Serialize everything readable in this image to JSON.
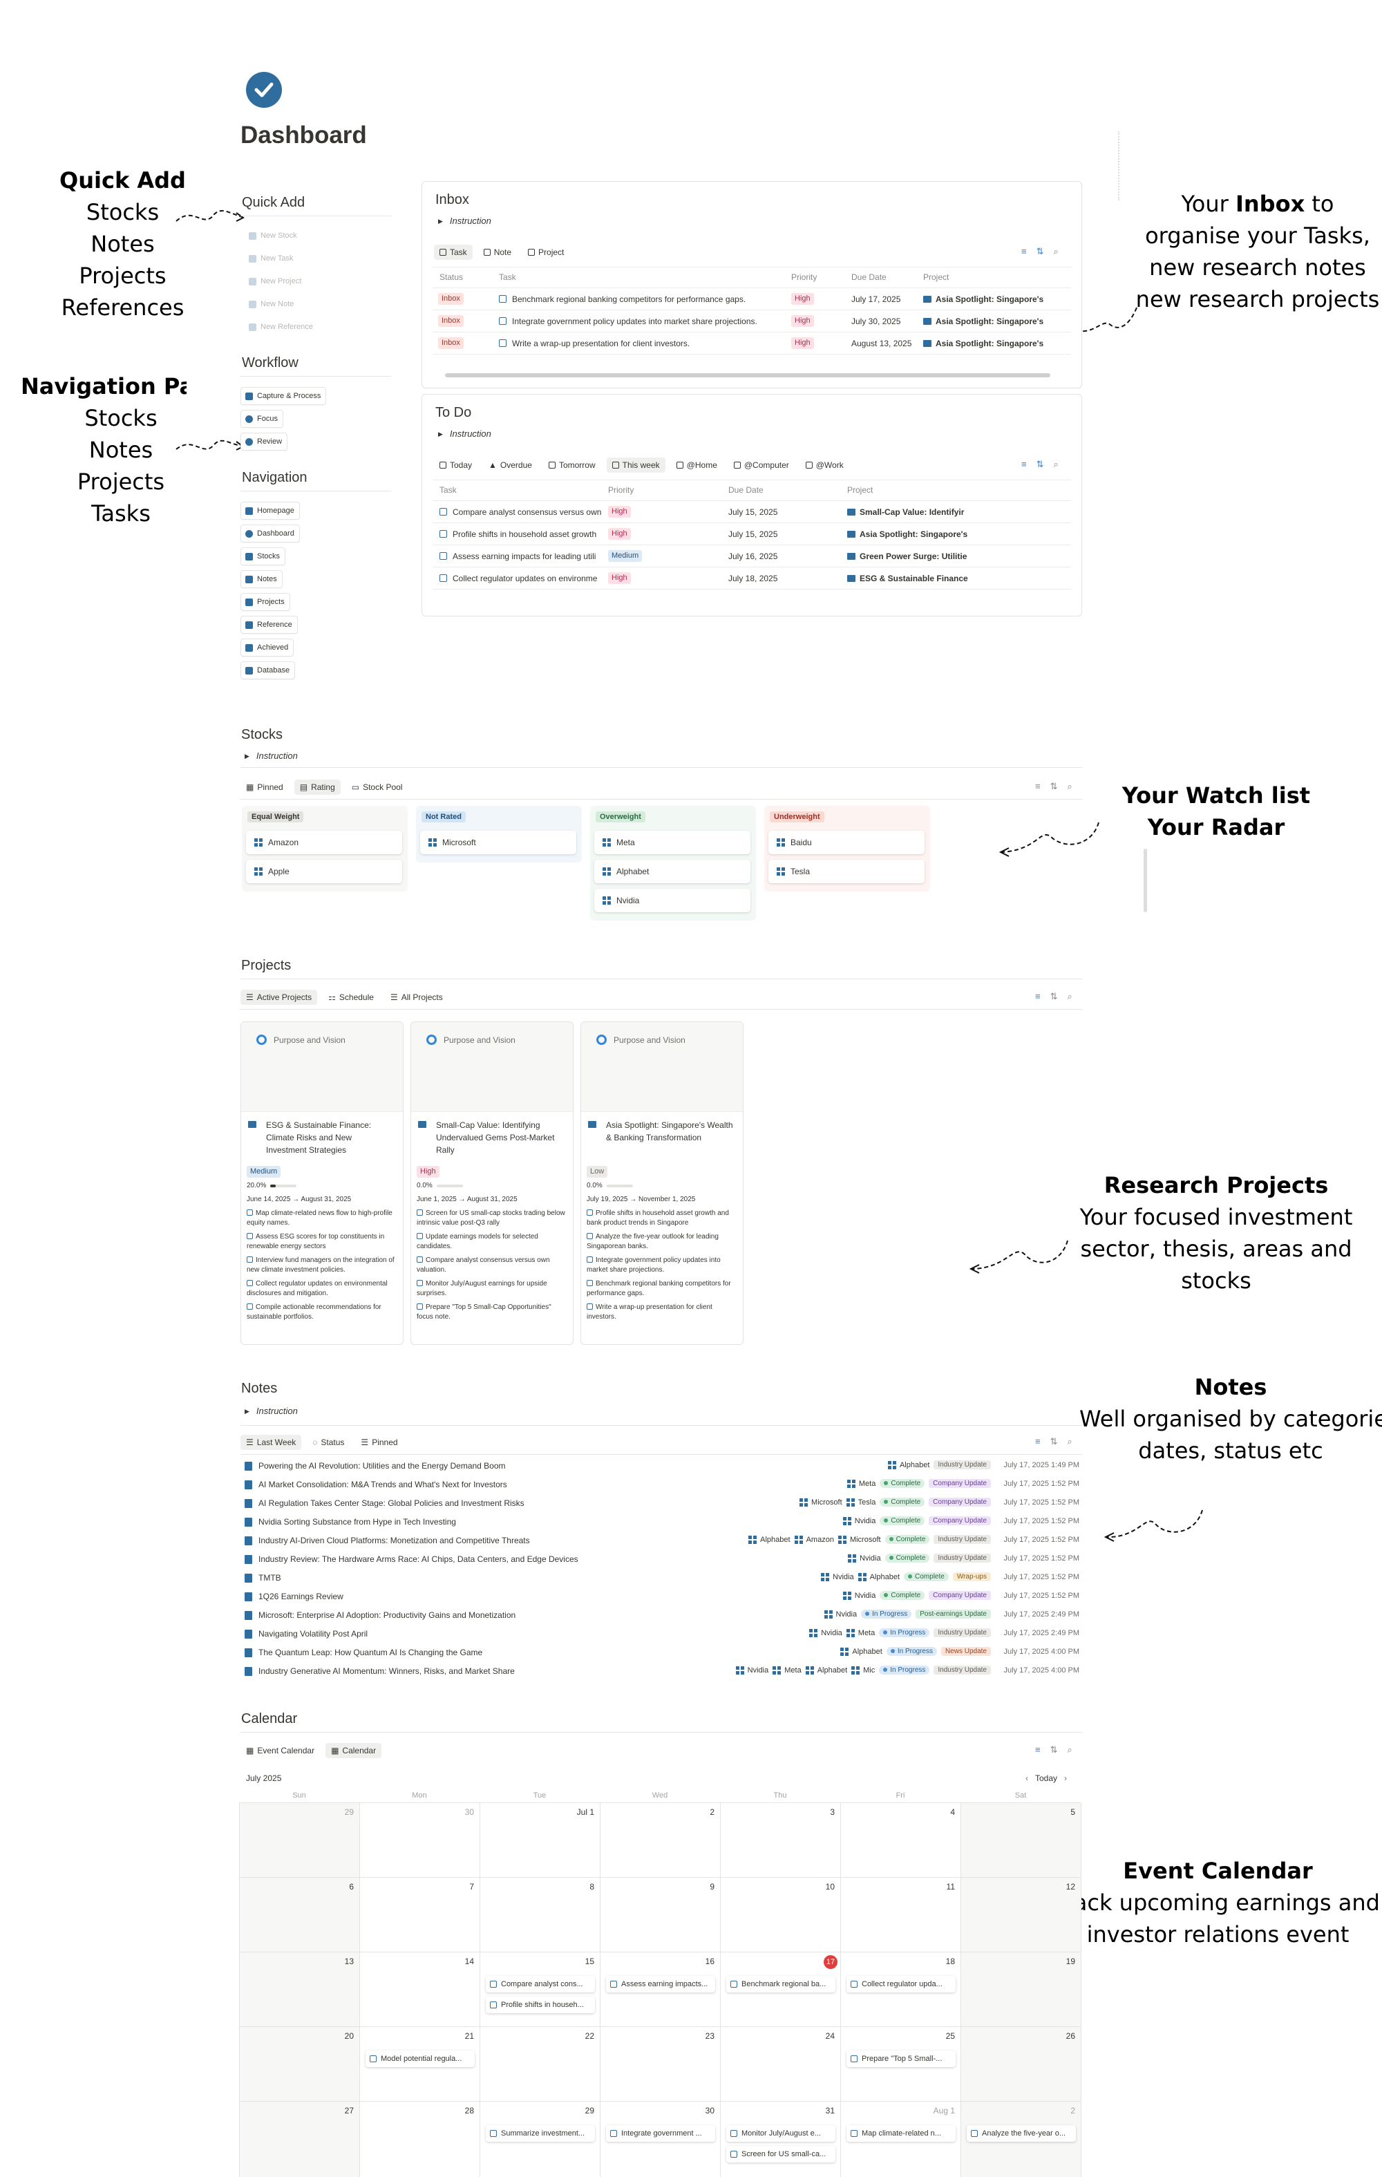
{
  "page": {
    "title": "Dashboard"
  },
  "annotations": {
    "quick_add": {
      "title": "Quick Add",
      "lines": [
        "Stocks",
        "Notes",
        "Projects",
        "References"
      ]
    },
    "navigation": {
      "title": "Navigation Pag",
      "lines": [
        "Stocks",
        "Notes",
        "Projects",
        "Tasks"
      ]
    },
    "inbox": {
      "pre": "Your ",
      "bold": "Inbox",
      "post": " to",
      "lines": [
        "organise your Tasks,",
        "new research notes",
        "new research projects"
      ]
    },
    "watchlist": {
      "line1": "Your Watch list",
      "line2": "Your Radar"
    },
    "research": {
      "title": "Research Projects",
      "lines": [
        "Your focused investment",
        "sector, thesis, areas and",
        "stocks"
      ]
    },
    "notes": {
      "title": "Notes",
      "lines": [
        "Well organised by categorie",
        "dates, status etc"
      ]
    },
    "calendar": {
      "title": "Event Calendar",
      "lines": [
        "track upcoming earnings and",
        "investor relations event"
      ]
    }
  },
  "sidebar": {
    "quick_add": {
      "title": "Quick Add",
      "items": [
        "New Stock",
        "New Task",
        "New Project",
        "New Note",
        "New Reference"
      ]
    },
    "workflow": {
      "title": "Workflow",
      "items": [
        "Capture & Process",
        "Focus",
        "Review"
      ]
    },
    "navigation": {
      "title": "Navigation",
      "items": [
        "Homepage",
        "Dashboard",
        "Stocks",
        "Notes",
        "Projects",
        "Reference",
        "Achieved",
        "Database"
      ]
    }
  },
  "inbox": {
    "title": "Inbox",
    "instruction": "Instruction",
    "tabs": [
      "Task",
      "Note",
      "Project"
    ],
    "headers": [
      "Status",
      "Task",
      "Priority",
      "Due Date",
      "Project"
    ],
    "rows": [
      {
        "status": "Inbox",
        "task": "Benchmark regional banking competitors for performance gaps.",
        "priority": "High",
        "due": "July 17, 2025",
        "project": "Asia Spotlight: Singapore's"
      },
      {
        "status": "Inbox",
        "task": "Integrate government policy updates into market share projections.",
        "priority": "High",
        "due": "July 30, 2025",
        "project": "Asia Spotlight: Singapore's"
      },
      {
        "status": "Inbox",
        "task": "Write a wrap-up presentation for client investors.",
        "priority": "High",
        "due": "August 13, 2025",
        "project": "Asia Spotlight: Singapore's"
      }
    ]
  },
  "todo": {
    "title": "To Do",
    "instruction": "Instruction",
    "tabs": [
      "Today",
      "Overdue",
      "Tomorrow",
      "This week",
      "@Home",
      "@Computer",
      "@Work"
    ],
    "headers": [
      "Task",
      "Priority",
      "Due Date",
      "Project"
    ],
    "rows": [
      {
        "task": "Compare analyst consensus versus own",
        "priority": "High",
        "due": "July 15, 2025",
        "project": "Small-Cap Value: Identifyir"
      },
      {
        "task": "Profile shifts in household asset growth",
        "priority": "High",
        "due": "July 15, 2025",
        "project": "Asia Spotlight: Singapore's"
      },
      {
        "task": "Assess earning impacts for leading utili",
        "priority": "Medium",
        "due": "July 16, 2025",
        "project": "Green Power Surge: Utilitie"
      },
      {
        "task": "Collect regulator updates on environme",
        "priority": "High",
        "due": "July 18, 2025",
        "project": "ESG & Sustainable Finance"
      }
    ]
  },
  "stocks": {
    "title": "Stocks",
    "instruction": "Instruction",
    "tabs": [
      "Pinned",
      "Rating",
      "Stock Pool"
    ],
    "columns": [
      {
        "name": "Equal Weight",
        "color": "#ebeae6",
        "items": [
          "Amazon",
          "Apple"
        ]
      },
      {
        "name": "Not Rated",
        "color": "#dbe9f7",
        "items": [
          "Microsoft"
        ]
      },
      {
        "name": "Overweight",
        "color": "#dcefe3",
        "items": [
          "Meta",
          "Alphabet",
          "Nvidia"
        ]
      },
      {
        "name": "Underweight",
        "color": "#fde0dc",
        "items": [
          "Baidu",
          "Tesla"
        ]
      }
    ]
  },
  "projects": {
    "title": "Projects",
    "tabs": [
      "Active Projects",
      "Schedule",
      "All Projects"
    ],
    "cards": [
      {
        "cover": "Purpose and Vision",
        "title": "ESG & Sustainable Finance: Climate Risks and New Investment Strategies",
        "priority": "Medium",
        "progress": "20.0%",
        "progress_value": 0.2,
        "dates": "June 14, 2025 → August 31, 2025",
        "tasks": [
          "Map climate-related news flow to high-profile equity names.",
          "Assess ESG scores for top constituents in renewable energy sectors",
          "Interview fund managers on the integration of new climate investment policies.",
          "Collect regulator updates on environmental disclosures and mitigation.",
          "Compile actionable recommendations for sustainable portfolios."
        ]
      },
      {
        "cover": "Purpose and Vision",
        "title": "Small-Cap Value: Identifying Undervalued Gems Post-Market Rally",
        "priority": "High",
        "progress": "0.0%",
        "progress_value": 0,
        "dates": "June 1, 2025 → August 31, 2025",
        "tasks": [
          "Screen for US small-cap stocks trading below intrinsic value post-Q3 rally",
          "Update earnings models for selected candidates.",
          "Compare analyst consensus versus own valuation.",
          "Monitor July/August earnings for upside surprises.",
          "Prepare \"Top 5 Small-Cap Opportunities\" focus note."
        ]
      },
      {
        "cover": "Purpose and Vision",
        "title": "Asia Spotlight: Singapore's Wealth & Banking Transformation",
        "priority": "Low",
        "progress": "0.0%",
        "progress_value": 0,
        "dates": "July 19, 2025 → November 1, 2025",
        "tasks": [
          "Profile shifts in household asset growth and bank product trends in Singapore",
          "Analyze the five-year outlook for leading Singaporean banks.",
          "Integrate government policy updates into market share projections.",
          "Benchmark regional banking competitors for performance gaps.",
          "Write a wrap-up presentation for client investors."
        ]
      }
    ]
  },
  "notes": {
    "title": "Notes",
    "instruction": "Instruction",
    "tabs": [
      "Last Week",
      "Status",
      "Pinned"
    ],
    "rows": [
      {
        "title": "Powering the AI Revolution: Utilities and the Energy Demand Boom",
        "companies": [
          "Alphabet"
        ],
        "status": "",
        "type": "Industry Update",
        "type_class": "iu",
        "date": "July 17, 2025 1:49 PM"
      },
      {
        "title": "AI Market Consolidation: M&A Trends and What's Next for Investors",
        "companies": [
          "Meta"
        ],
        "status": "Complete",
        "status_class": "c",
        "type": "Company Update",
        "type_class": "cu",
        "date": "July 17, 2025 1:52 PM"
      },
      {
        "title": "AI Regulation Takes Center Stage: Global Policies and Investment Risks",
        "companies": [
          "Microsoft",
          "Tesla"
        ],
        "status": "Complete",
        "status_class": "c",
        "type": "Company Update",
        "type_class": "cu",
        "date": "July 17, 2025 1:52 PM"
      },
      {
        "title": "Nvidia Sorting Substance from Hype in Tech Investing",
        "companies": [
          "Nvidia"
        ],
        "status": "Complete",
        "status_class": "c",
        "type": "Company Update",
        "type_class": "cu",
        "date": "July 17, 2025 1:52 PM"
      },
      {
        "title": "Industry AI-Driven Cloud Platforms: Monetization and Competitive Threats",
        "companies": [
          "Alphabet",
          "Amazon",
          "Microsoft"
        ],
        "status": "Complete",
        "status_class": "c",
        "type": "Industry Update",
        "type_class": "iu",
        "date": "July 17, 2025 1:52 PM"
      },
      {
        "title": "Industry Review: The Hardware Arms Race: AI Chips, Data Centers, and Edge Devices",
        "companies": [
          "Nvidia"
        ],
        "status": "Complete",
        "status_class": "c",
        "type": "Industry Update",
        "type_class": "iu",
        "date": "July 17, 2025 1:52 PM"
      },
      {
        "title": "TMTB",
        "companies": [
          "Nvidia",
          "Alphabet"
        ],
        "status": "Complete",
        "status_class": "c",
        "type": "Wrap-ups",
        "type_class": "wu",
        "date": "July 17, 2025 1:52 PM"
      },
      {
        "title": "1Q26 Earnings Review",
        "companies": [
          "Nvidia"
        ],
        "status": "Complete",
        "status_class": "c",
        "type": "Company Update",
        "type_class": "cu",
        "date": "July 17, 2025 1:52 PM"
      },
      {
        "title": "Microsoft: Enterprise AI Adoption: Productivity Gains and Monetization",
        "companies": [
          "Nvidia"
        ],
        "status": "In Progress",
        "status_class": "p",
        "type": "Post-earnings Update",
        "type_class": "pu",
        "date": "July 17, 2025 2:49 PM"
      },
      {
        "title": "Navigating Volatility Post April",
        "companies": [
          "Nvidia",
          "Meta"
        ],
        "status": "In Progress",
        "status_class": "p",
        "type": "Industry Update",
        "type_class": "iu",
        "date": "July 17, 2025 2:49 PM"
      },
      {
        "title": "The Quantum Leap: How Quantum AI Is Changing the Game",
        "companies": [
          "Alphabet"
        ],
        "status": "In Progress",
        "status_class": "p",
        "type": "News Update",
        "type_class": "nu",
        "date": "July 17, 2025 4:00 PM"
      },
      {
        "title": "Industry Generative AI Momentum: Winners, Risks, and Market Share",
        "companies": [
          "Nvidia",
          "Meta",
          "Alphabet",
          "Mic"
        ],
        "status": "In Progress",
        "status_class": "p",
        "type": "Industry Update",
        "type_class": "iu",
        "date": "July 17, 2025 4:00 PM"
      }
    ]
  },
  "calendar": {
    "title": "Calendar",
    "tabs": [
      "Event Calendar",
      "Calendar"
    ],
    "month": "July 2025",
    "today_label": "Today",
    "weekdays": [
      "Sun",
      "Mon",
      "Tue",
      "Wed",
      "Thu",
      "Fri",
      "Sat"
    ],
    "weeks": [
      [
        {
          "d": "29",
          "grey": true
        },
        {
          "d": "30",
          "grey": true
        },
        {
          "d": "Jul 1"
        },
        {
          "d": "2"
        },
        {
          "d": "3"
        },
        {
          "d": "4"
        },
        {
          "d": "5"
        }
      ],
      [
        {
          "d": "6"
        },
        {
          "d": "7"
        },
        {
          "d": "8"
        },
        {
          "d": "9"
        },
        {
          "d": "10"
        },
        {
          "d": "11"
        },
        {
          "d": "12"
        }
      ],
      [
        {
          "d": "13"
        },
        {
          "d": "14"
        },
        {
          "d": "15",
          "events": [
            "Compare analyst cons...",
            "Profile shifts in househ..."
          ]
        },
        {
          "d": "16",
          "events": [
            "Assess earning impacts..."
          ]
        },
        {
          "d": "17",
          "today": true,
          "events": [
            "Benchmark regional ba..."
          ]
        },
        {
          "d": "18",
          "events": [
            "Collect regulator upda..."
          ]
        },
        {
          "d": "19"
        }
      ],
      [
        {
          "d": "20"
        },
        {
          "d": "21",
          "events": [
            "Model potential regula..."
          ]
        },
        {
          "d": "22"
        },
        {
          "d": "23"
        },
        {
          "d": "24"
        },
        {
          "d": "25",
          "events": [
            "Prepare \"Top 5 Small-..."
          ]
        },
        {
          "d": "26"
        }
      ],
      [
        {
          "d": "27"
        },
        {
          "d": "28"
        },
        {
          "d": "29",
          "events": [
            "Summarize investment..."
          ]
        },
        {
          "d": "30",
          "events": [
            "Integrate government ..."
          ]
        },
        {
          "d": "31",
          "events": [
            "Monitor July/August e...",
            "Screen for US small-ca..."
          ]
        },
        {
          "d": "Aug 1",
          "grey": true,
          "events": [
            "Map climate-related n..."
          ]
        },
        {
          "d": "2",
          "grey": true,
          "events": [
            "Analyze the five-year o..."
          ]
        }
      ]
    ]
  }
}
